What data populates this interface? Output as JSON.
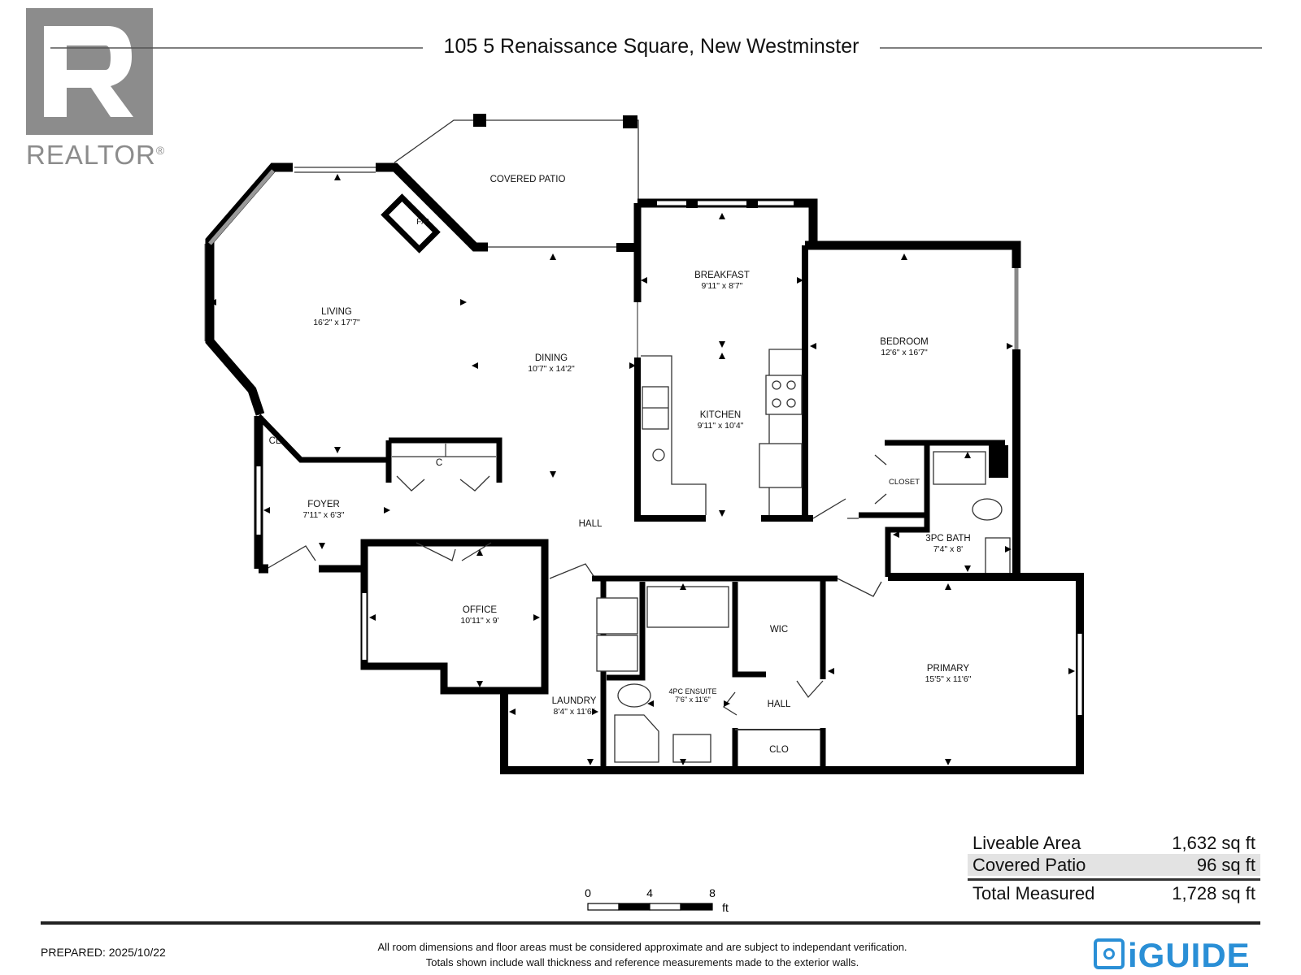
{
  "header": {
    "address": "105 5 Renaissance Square, New Westminster"
  },
  "logos": {
    "realtor_text": "REALTOR",
    "realtor_mark": "®",
    "iguide_text": "iGUIDE"
  },
  "rooms": [
    {
      "id": "living",
      "name": "LIVING",
      "dims": "16'2\" x 17'7\""
    },
    {
      "id": "dining",
      "name": "DINING",
      "dims": "10'7\" x 14'2\""
    },
    {
      "id": "covered-patio",
      "name": "COVERED PATIO",
      "dims": ""
    },
    {
      "id": "fp",
      "name": "F/P",
      "dims": ""
    },
    {
      "id": "breakfast",
      "name": "BREAKFAST",
      "dims": "9'11\" x 8'7\""
    },
    {
      "id": "kitchen",
      "name": "KITCHEN",
      "dims": "9'11\" x 10'4\""
    },
    {
      "id": "bedroom",
      "name": "BEDROOM",
      "dims": "12'6\" x 16'7\""
    },
    {
      "id": "closet",
      "name": "CLOSET",
      "dims": ""
    },
    {
      "id": "3pc-bath",
      "name": "3PC BATH",
      "dims": "7'4\" x 8'"
    },
    {
      "id": "cl",
      "name": "CL",
      "dims": ""
    },
    {
      "id": "c",
      "name": "C",
      "dims": ""
    },
    {
      "id": "foyer",
      "name": "FOYER",
      "dims": "7'11\" x 6'3\""
    },
    {
      "id": "hall-main",
      "name": "HALL",
      "dims": ""
    },
    {
      "id": "office",
      "name": "OFFICE",
      "dims": "10'11\" x 9'"
    },
    {
      "id": "laundry",
      "name": "LAUNDRY",
      "dims": "8'4\" x 11'6\""
    },
    {
      "id": "4pc-ensuite",
      "name": "4PC ENSUITE",
      "dims": "7'6\" x 11'6\""
    },
    {
      "id": "wic",
      "name": "WIC",
      "dims": ""
    },
    {
      "id": "hall-primary",
      "name": "HALL",
      "dims": ""
    },
    {
      "id": "clo",
      "name": "CLO",
      "dims": ""
    },
    {
      "id": "primary",
      "name": "PRIMARY",
      "dims": "15'5\" x 11'6\""
    }
  ],
  "areas": [
    {
      "label": "Liveable Area",
      "value": "1,632 sq ft"
    },
    {
      "label": "Covered Patio",
      "value": "96 sq ft"
    }
  ],
  "total": {
    "label": "Total Measured",
    "value": "1,728 sq ft"
  },
  "scale": {
    "ticks": [
      "0",
      "4",
      "8"
    ],
    "unit": "ft"
  },
  "footer": {
    "prepared": "PREPARED: 2025/10/22",
    "disclaimer_line1": "All room dimensions and floor areas must be considered approximate and are subject to independant verification.",
    "disclaimer_line2": "Totals shown include wall thickness and reference measurements made to the exterior walls."
  }
}
